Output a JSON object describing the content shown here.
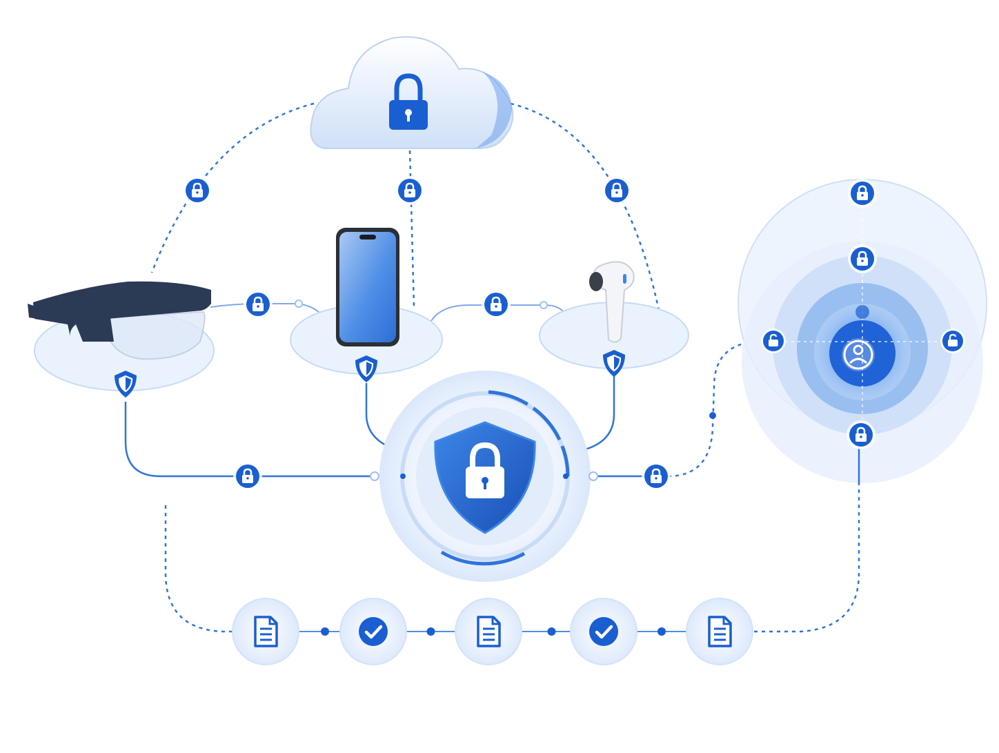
{
  "diagram": {
    "nodes": [
      {
        "id": "cloud",
        "icon": "cloud-lock-icon"
      },
      {
        "id": "smart-glasses",
        "icon": "smart-glasses-icon"
      },
      {
        "id": "smartphone",
        "icon": "smartphone-icon"
      },
      {
        "id": "earbud",
        "icon": "earbud-icon"
      },
      {
        "id": "security-hub",
        "icon": "shield-lock-icon"
      },
      {
        "id": "user-privacy-zone",
        "icon": "user-icon"
      }
    ],
    "ledger": [
      {
        "icon": "document-icon"
      },
      {
        "icon": "check-icon"
      },
      {
        "icon": "document-icon"
      },
      {
        "icon": "check-icon"
      },
      {
        "icon": "document-icon"
      }
    ],
    "colors": {
      "primary": "#1a5fd1",
      "accent": "#3d86e8",
      "light": "#dbe8fb",
      "pale": "#eef4fd",
      "dark_frame": "#2b3a55"
    }
  }
}
